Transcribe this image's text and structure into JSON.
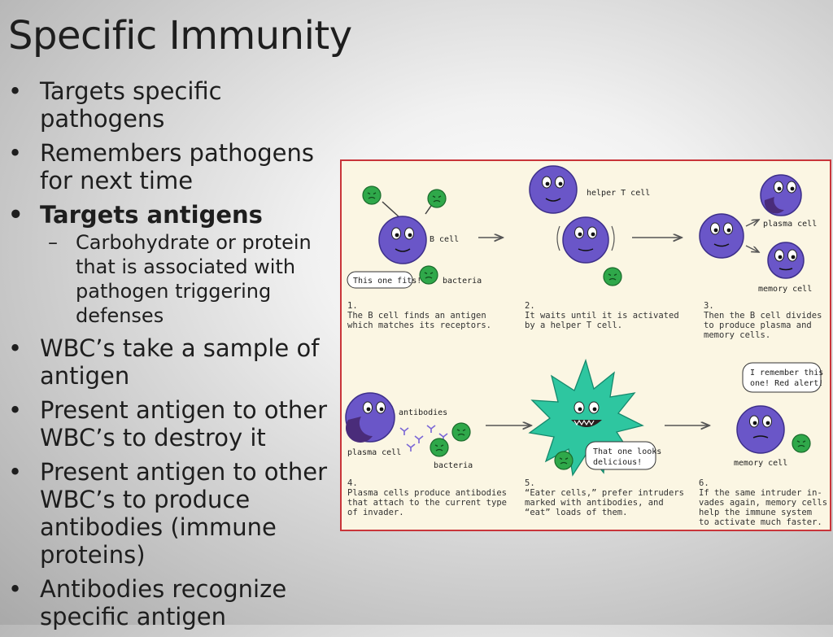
{
  "slide": {
    "title": "Specific Immunity",
    "bullets": [
      "Targets specific pathogens",
      "Remembers pathogens for next time",
      "Targets antigens",
      "WBC’s take a sample of antigen",
      "Present antigen to other WBC’s to destroy it",
      "Present antigen to other WBC’s to produce antibodies (immune proteins)",
      "Antibodies recognize specific antigen"
    ],
    "sub_bullet": "Carbohydrate or protein that is associated with pathogen triggering defenses"
  },
  "diagram": {
    "labels": {
      "b_cell": "B cell",
      "bacteria_1": "bacteria",
      "this_one_fits": "This one fits!",
      "helper_t_cell": "helper T cell",
      "plasma_cell_1": "plasma cell",
      "memory_cell_1": "memory cell",
      "antibodies": "antibodies",
      "plasma_cell_2": "plasma cell",
      "bacteria_2": "bacteria",
      "that_one_looks": "That one looks",
      "delicious": "delicious!",
      "i_remember_1": "I remember this",
      "i_remember_2": "one! Red alert!",
      "memory_cell_2": "memory cell"
    },
    "steps": [
      {
        "num": "1.",
        "lines": [
          "The B cell finds an antigen",
          "which matches its receptors."
        ]
      },
      {
        "num": "2.",
        "lines": [
          "It waits until it is activated",
          "by a helper T cell."
        ]
      },
      {
        "num": "3.",
        "lines": [
          "Then the B cell divides",
          "to produce plasma and",
          "memory cells."
        ]
      },
      {
        "num": "4.",
        "lines": [
          "Plasma cells produce antibodies",
          "that attach to the current type",
          "of invader."
        ]
      },
      {
        "num": "5.",
        "lines": [
          "“Eater cells,” prefer intruders",
          "marked with antibodies, and",
          "“eat” loads of them."
        ]
      },
      {
        "num": "6.",
        "lines": [
          "If the same intruder in-",
          "vades again, memory cells",
          "help the immune system",
          "to activate much faster."
        ]
      }
    ]
  }
}
